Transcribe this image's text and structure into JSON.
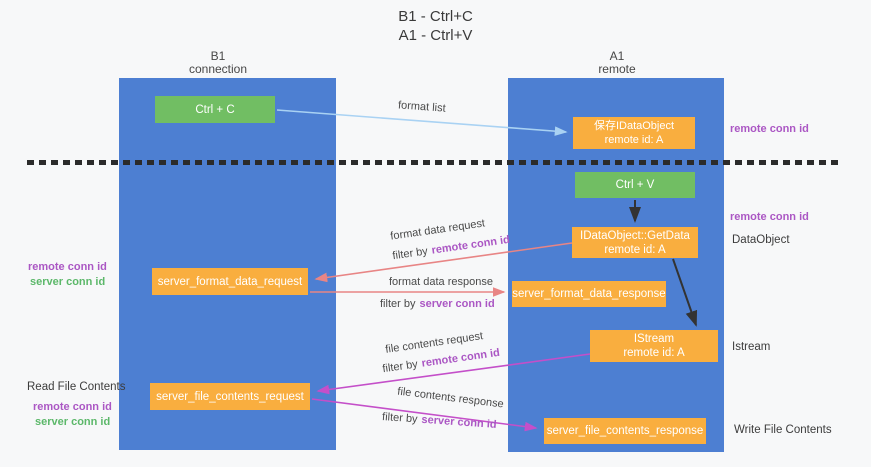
{
  "title": {
    "line1": "B1 - Ctrl+C",
    "line2": "A1 - Ctrl+V"
  },
  "lanes": {
    "left": {
      "title": "B1",
      "subtitle": "connection"
    },
    "right": {
      "title": "A1",
      "subtitle": "remote"
    }
  },
  "nodes": {
    "ctrl_c": {
      "label": "Ctrl + C"
    },
    "save_dataobject": {
      "line1": "保存IDataObject",
      "line2": "remote id: A"
    },
    "ctrl_v": {
      "label": "Ctrl + V"
    },
    "getdata": {
      "line1": "IDataObject::GetData",
      "line2": "remote id: A"
    },
    "istream": {
      "line1": "IStream",
      "line2": "remote id: A"
    },
    "server_format_data_request": {
      "label": "server_format_data_request"
    },
    "server_format_data_response": {
      "label": "server_format_data_response"
    },
    "server_file_contents_request": {
      "label": "server_file_contents_request"
    },
    "server_file_contents_response": {
      "label": "server_file_contents_response"
    }
  },
  "flows": {
    "format_list": {
      "label": "format list"
    },
    "format_data_request": {
      "label": "format data request",
      "filter_prefix": "filter by",
      "filter_key": "remote conn id"
    },
    "format_data_response": {
      "label": "format data response",
      "filter_prefix": "filter by",
      "filter_key": "server conn id"
    },
    "file_contents_request": {
      "label": "file contents request",
      "filter_prefix": "filter by",
      "filter_key": "remote conn id"
    },
    "file_contents_response": {
      "label": "file contents response",
      "filter_prefix": "filter by",
      "filter_key": "server conn id"
    }
  },
  "side_labels": {
    "right_remote_conn_id_top": "remote conn id",
    "right_remote_conn_id_mid": "remote conn id",
    "dataobject": "DataObject",
    "istream": "Istream",
    "write_file_contents": "Write File Contents",
    "left_mid_remote": "remote conn id",
    "left_mid_server": "server conn id",
    "read_file_contents": "Read File Contents",
    "left_bottom_remote": "remote conn id",
    "left_bottom_server": "server conn id"
  },
  "colors": {
    "lane_blue": "#4d7fd2",
    "node_green": "#71be63",
    "node_orange": "#f9ae3f",
    "purple_label": "#ab57c4",
    "green_label": "#5cb86a",
    "arrow_lightblue": "#a9d2f3",
    "arrow_salmon": "#e88585",
    "arrow_magenta": "#c44fc9",
    "arrow_black": "#333333"
  }
}
